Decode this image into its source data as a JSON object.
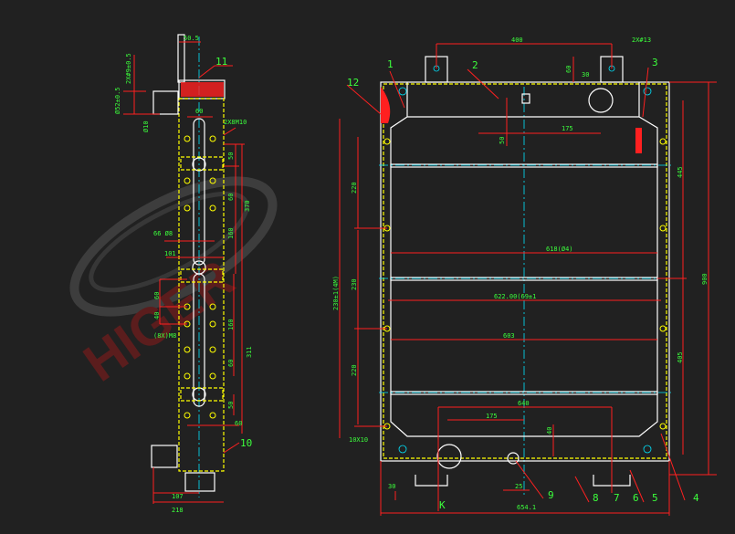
{
  "watermark": {
    "brand": "HIGER",
    "color": "#8b1a1a"
  },
  "colors": {
    "background": "#212121",
    "outline": "#ffffff",
    "hidden": "#ffff00",
    "dimension": "#ff2020",
    "centerline": "#00e5ff",
    "text": "#3cff3c"
  },
  "side_view": {
    "part_labels": {
      "p11": "11",
      "p10": "10"
    },
    "dims": {
      "top_width": "50.5",
      "bolt_spec_top": "2X#9±0.5",
      "pipe_dia": "Ø52±0.5",
      "pipe_offset": "Ø10",
      "side_bolts": "2X8M10",
      "d60_top": "60",
      "d50_a": "50",
      "d60_a": "60",
      "d370": "370",
      "d160_a": "160",
      "d66": "66 Ø8",
      "d101": "101",
      "d60_b": "60",
      "d40": "40",
      "bolts_8x": "(8X)M8",
      "d160_b": "160",
      "d311": "311",
      "d60_c": "60",
      "d50_b": "50",
      "d60_d": "60",
      "d107": "107",
      "d218": "218"
    }
  },
  "front_view": {
    "part_labels": {
      "p1": "1",
      "p2": "2",
      "p3": "3",
      "p4": "4",
      "p5": "5",
      "p6": "6",
      "p7": "7",
      "p8": "8",
      "p9": "9",
      "p12": "12"
    },
    "dims": {
      "top_span": "400",
      "bracket_holes": "2X#13",
      "d60": "60",
      "d30": "30",
      "d175_top": "175",
      "d50": "50",
      "d445": "445",
      "d900": "900",
      "d405": "405",
      "d618": "618(Ø4)",
      "d622": "622.00(69±1",
      "d603": "603",
      "left_total": "230±1(4M)",
      "d220_top": "220",
      "d230": "230",
      "d220_bottom": "220",
      "d640": "640",
      "d175_bottom": "175",
      "d40": "40",
      "d25": "25",
      "d654": "654.1",
      "d30_bottom": "30",
      "view_k": "K",
      "bolt_10x10": "10X10"
    }
  }
}
